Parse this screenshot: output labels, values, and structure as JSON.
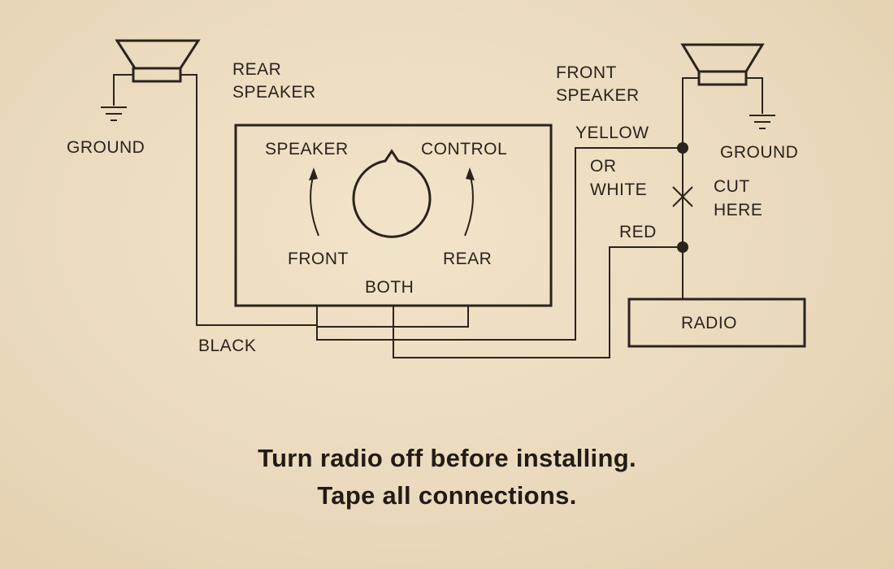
{
  "diagram": {
    "rear_speaker_label": [
      "REAR",
      "SPEAKER"
    ],
    "front_speaker_label": [
      "FRONT",
      "SPEAKER"
    ],
    "ground_left": "GROUND",
    "ground_right": "GROUND",
    "control_speaker": "SPEAKER",
    "control_control": "CONTROL",
    "control_front": "FRONT",
    "control_rear": "REAR",
    "control_both": "BOTH",
    "wire_yellow": "YELLOW",
    "wire_or_white": [
      "OR",
      "WHITE"
    ],
    "wire_red": "RED",
    "wire_black": "BLACK",
    "cut_here": [
      "CUT",
      "HERE"
    ],
    "radio": "RADIO"
  },
  "instructions": {
    "line1": "Turn radio off before installing.",
    "line2": "Tape all connections."
  }
}
